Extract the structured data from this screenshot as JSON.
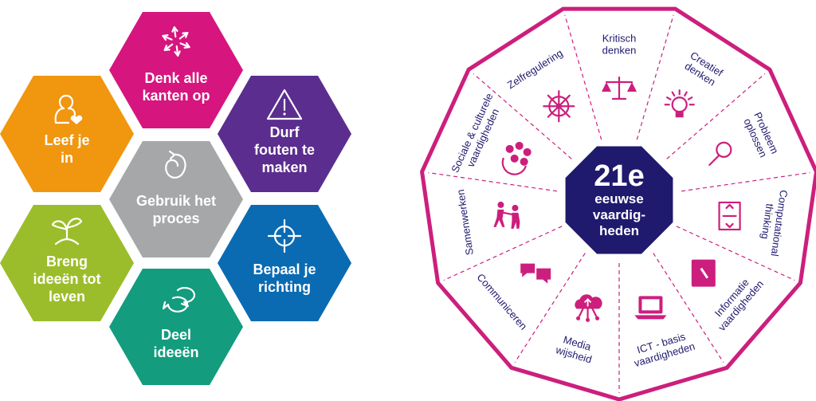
{
  "hexagons": [
    {
      "id": "denk",
      "lines": [
        "Denk alle",
        "kanten op"
      ],
      "color": "#d6157e",
      "icon": "arrows-out-icon"
    },
    {
      "id": "leef",
      "lines": [
        "Leef je",
        "in"
      ],
      "color": "#f0960f",
      "icon": "person-heart-icon"
    },
    {
      "id": "durf",
      "lines": [
        "Durf",
        "fouten te",
        "maken"
      ],
      "color": "#5b2d8e",
      "icon": "warning-icon"
    },
    {
      "id": "gebruik",
      "lines": [
        "Gebruik het",
        "proces"
      ],
      "color": "#a6a7a9",
      "icon": "spiral-arrow-icon"
    },
    {
      "id": "breng",
      "lines": [
        "Breng",
        "ideeën tot",
        "leven"
      ],
      "color": "#9cbd2b",
      "icon": "sprout-icon"
    },
    {
      "id": "bepaal",
      "lines": [
        "Bepaal je",
        "richting"
      ],
      "color": "#0a6bb3",
      "icon": "crosshair-icon"
    },
    {
      "id": "deel",
      "lines": [
        "Deel",
        "ideeën"
      ],
      "color": "#139c7e",
      "icon": "speech-bubbles-icon"
    }
  ],
  "hex_colors": {
    "text": "#ffffff"
  },
  "wheel": {
    "center_lines": [
      "21e",
      "eeuwse",
      "vaardig-",
      "heden"
    ],
    "center_color": "#1f1a6e",
    "accent_color": "#cc1f7d",
    "label_color": "#1f1a6e",
    "segments": [
      {
        "lines": [
          "Kritisch",
          "denken"
        ],
        "icon": "scales-icon"
      },
      {
        "lines": [
          "Creatief",
          "denken"
        ],
        "icon": "lightbulb-icon"
      },
      {
        "lines": [
          "Probleem",
          "oplossen"
        ],
        "icon": "magnifier-icon"
      },
      {
        "lines": [
          "Computational",
          "thinking"
        ],
        "icon": "code-brackets-icon"
      },
      {
        "lines": [
          "Informatie",
          "vaardigheden"
        ],
        "icon": "info-panel-icon"
      },
      {
        "lines": [
          "ICT - basis",
          "vaardigheden"
        ],
        "icon": "laptop-icon"
      },
      {
        "lines": [
          "Media",
          "wijsheid"
        ],
        "icon": "cloud-network-icon"
      },
      {
        "lines": [
          "Communiceren"
        ],
        "icon": "chat-bubbles-icon"
      },
      {
        "lines": [
          "Samenwerken"
        ],
        "icon": "people-collaborating-icon"
      },
      {
        "lines": [
          "Sociale & culturele",
          "vaardigheden"
        ],
        "icon": "group-icon"
      },
      {
        "lines": [
          "Zelfregulering"
        ],
        "icon": "ship-wheel-icon"
      }
    ]
  }
}
